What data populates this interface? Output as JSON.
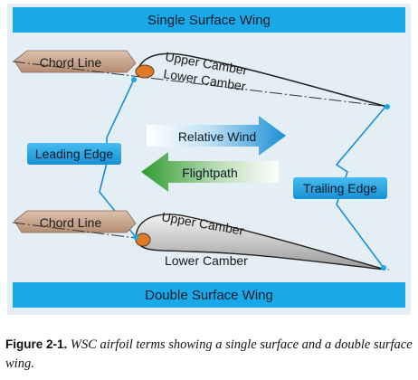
{
  "banners": {
    "top": "Single Surface Wing",
    "bottom": "Double Surface Wing"
  },
  "labels": {
    "chord_line_top": "Chord Line",
    "chord_line_bottom": "Chord Line",
    "upper_camber_top": "Upper Camber",
    "lower_camber_top": "Lower Camber",
    "upper_camber_bottom": "Upper Camber",
    "lower_camber_bottom": "Lower Camber",
    "leading_edge": "Leading Edge",
    "trailing_edge": "Trailing Edge"
  },
  "arrows": {
    "relative_wind": "Relative Wind",
    "flightpath": "Flightpath"
  },
  "caption": {
    "lead": "Figure 2-1.",
    "text": "WSC airfoil terms showing a single surface and a double surface wing."
  },
  "colors": {
    "banner": "#1aa9e8",
    "panel": "#e4eef5",
    "relative_wind_arrow": "#1a8fd6",
    "flightpath_arrow": "#3aa63a",
    "chord_tag": "#c9a58c",
    "leading_edge_circle": "#e07a2a"
  }
}
